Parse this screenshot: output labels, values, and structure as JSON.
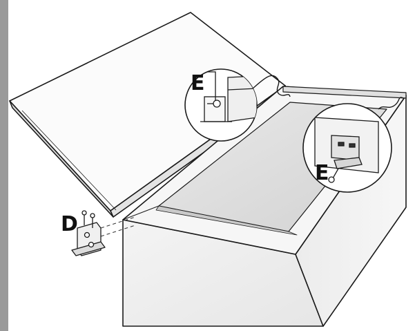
{
  "labels": {
    "hinge_screws": "D",
    "hinge_detail_left": "E",
    "hinge_detail_right": "E"
  },
  "colors": {
    "line": "#1a1a1a",
    "shade": "#d8d8d8",
    "side_strip": "#9a9a9a"
  }
}
